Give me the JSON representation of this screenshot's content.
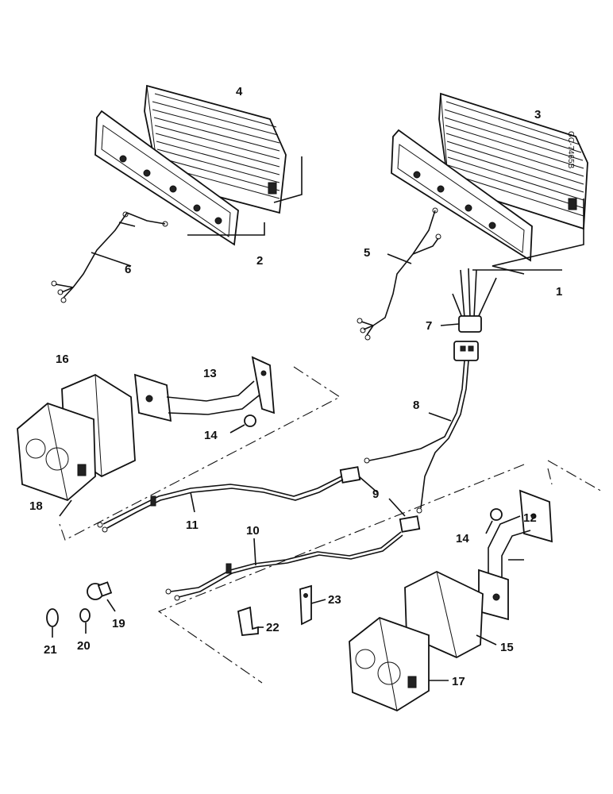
{
  "diagram": {
    "drawing_code": "GC-7465B",
    "callouts": [
      "1",
      "2",
      "3",
      "4",
      "5",
      "6",
      "7",
      "8",
      "9",
      "9",
      "10",
      "11",
      "12",
      "13",
      "14",
      "14",
      "15",
      "16",
      "17",
      "18",
      "19",
      "20",
      "21",
      "22",
      "23"
    ]
  }
}
